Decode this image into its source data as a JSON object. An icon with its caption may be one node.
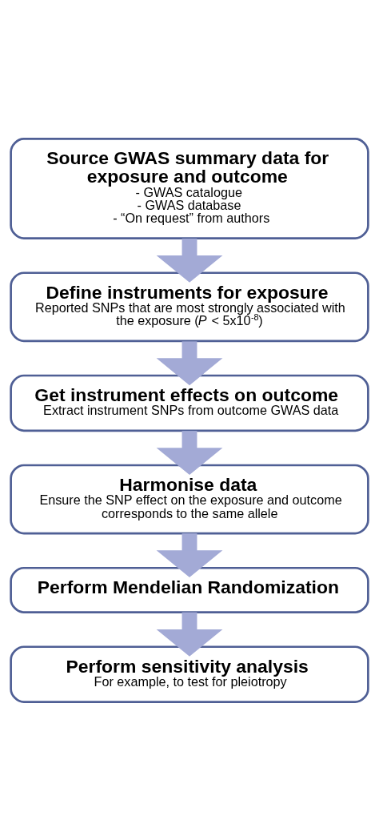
{
  "diagram": {
    "nodes": [
      {
        "text": [
          "Source GWAS summary data for exposure and outcome",
          "- GWAS catalogue",
          "- GWAS database",
          "- “On request” from authors"
        ]
      },
      {
        "text": [
          "Define instruments for exposure",
          "Reported SNPs that are most strongly associated with the exposure (*P* < 5x10$^{-8}$)"
        ]
      },
      {
        "text": [
          "Get instrument effects on outcome",
          "Extract instrument SNPs from outcome GWAS data"
        ]
      },
      {
        "text": [
          "Harmonise data",
          "Ensure the SNP effect on the exposure and outcome corresponds to the same allele"
        ]
      },
      {
        "text": [
          "Perform Mendelian Randomization"
        ]
      },
      {
        "text": [
          "Perform sensitivity analysis",
          "For example, to test for pleiotropy"
        ]
      }
    ],
    "edges": [
      {
        "from": 0,
        "to": 1,
        "arrow": "to"
      },
      {
        "from": 1,
        "to": 2,
        "arrow": "to"
      },
      {
        "from": 2,
        "to": 3,
        "arrow": "to"
      },
      {
        "from": 3,
        "to": 4,
        "arrow": "to"
      },
      {
        "from": 4,
        "to": 5,
        "arrow": "to"
      }
    ]
  }
}
